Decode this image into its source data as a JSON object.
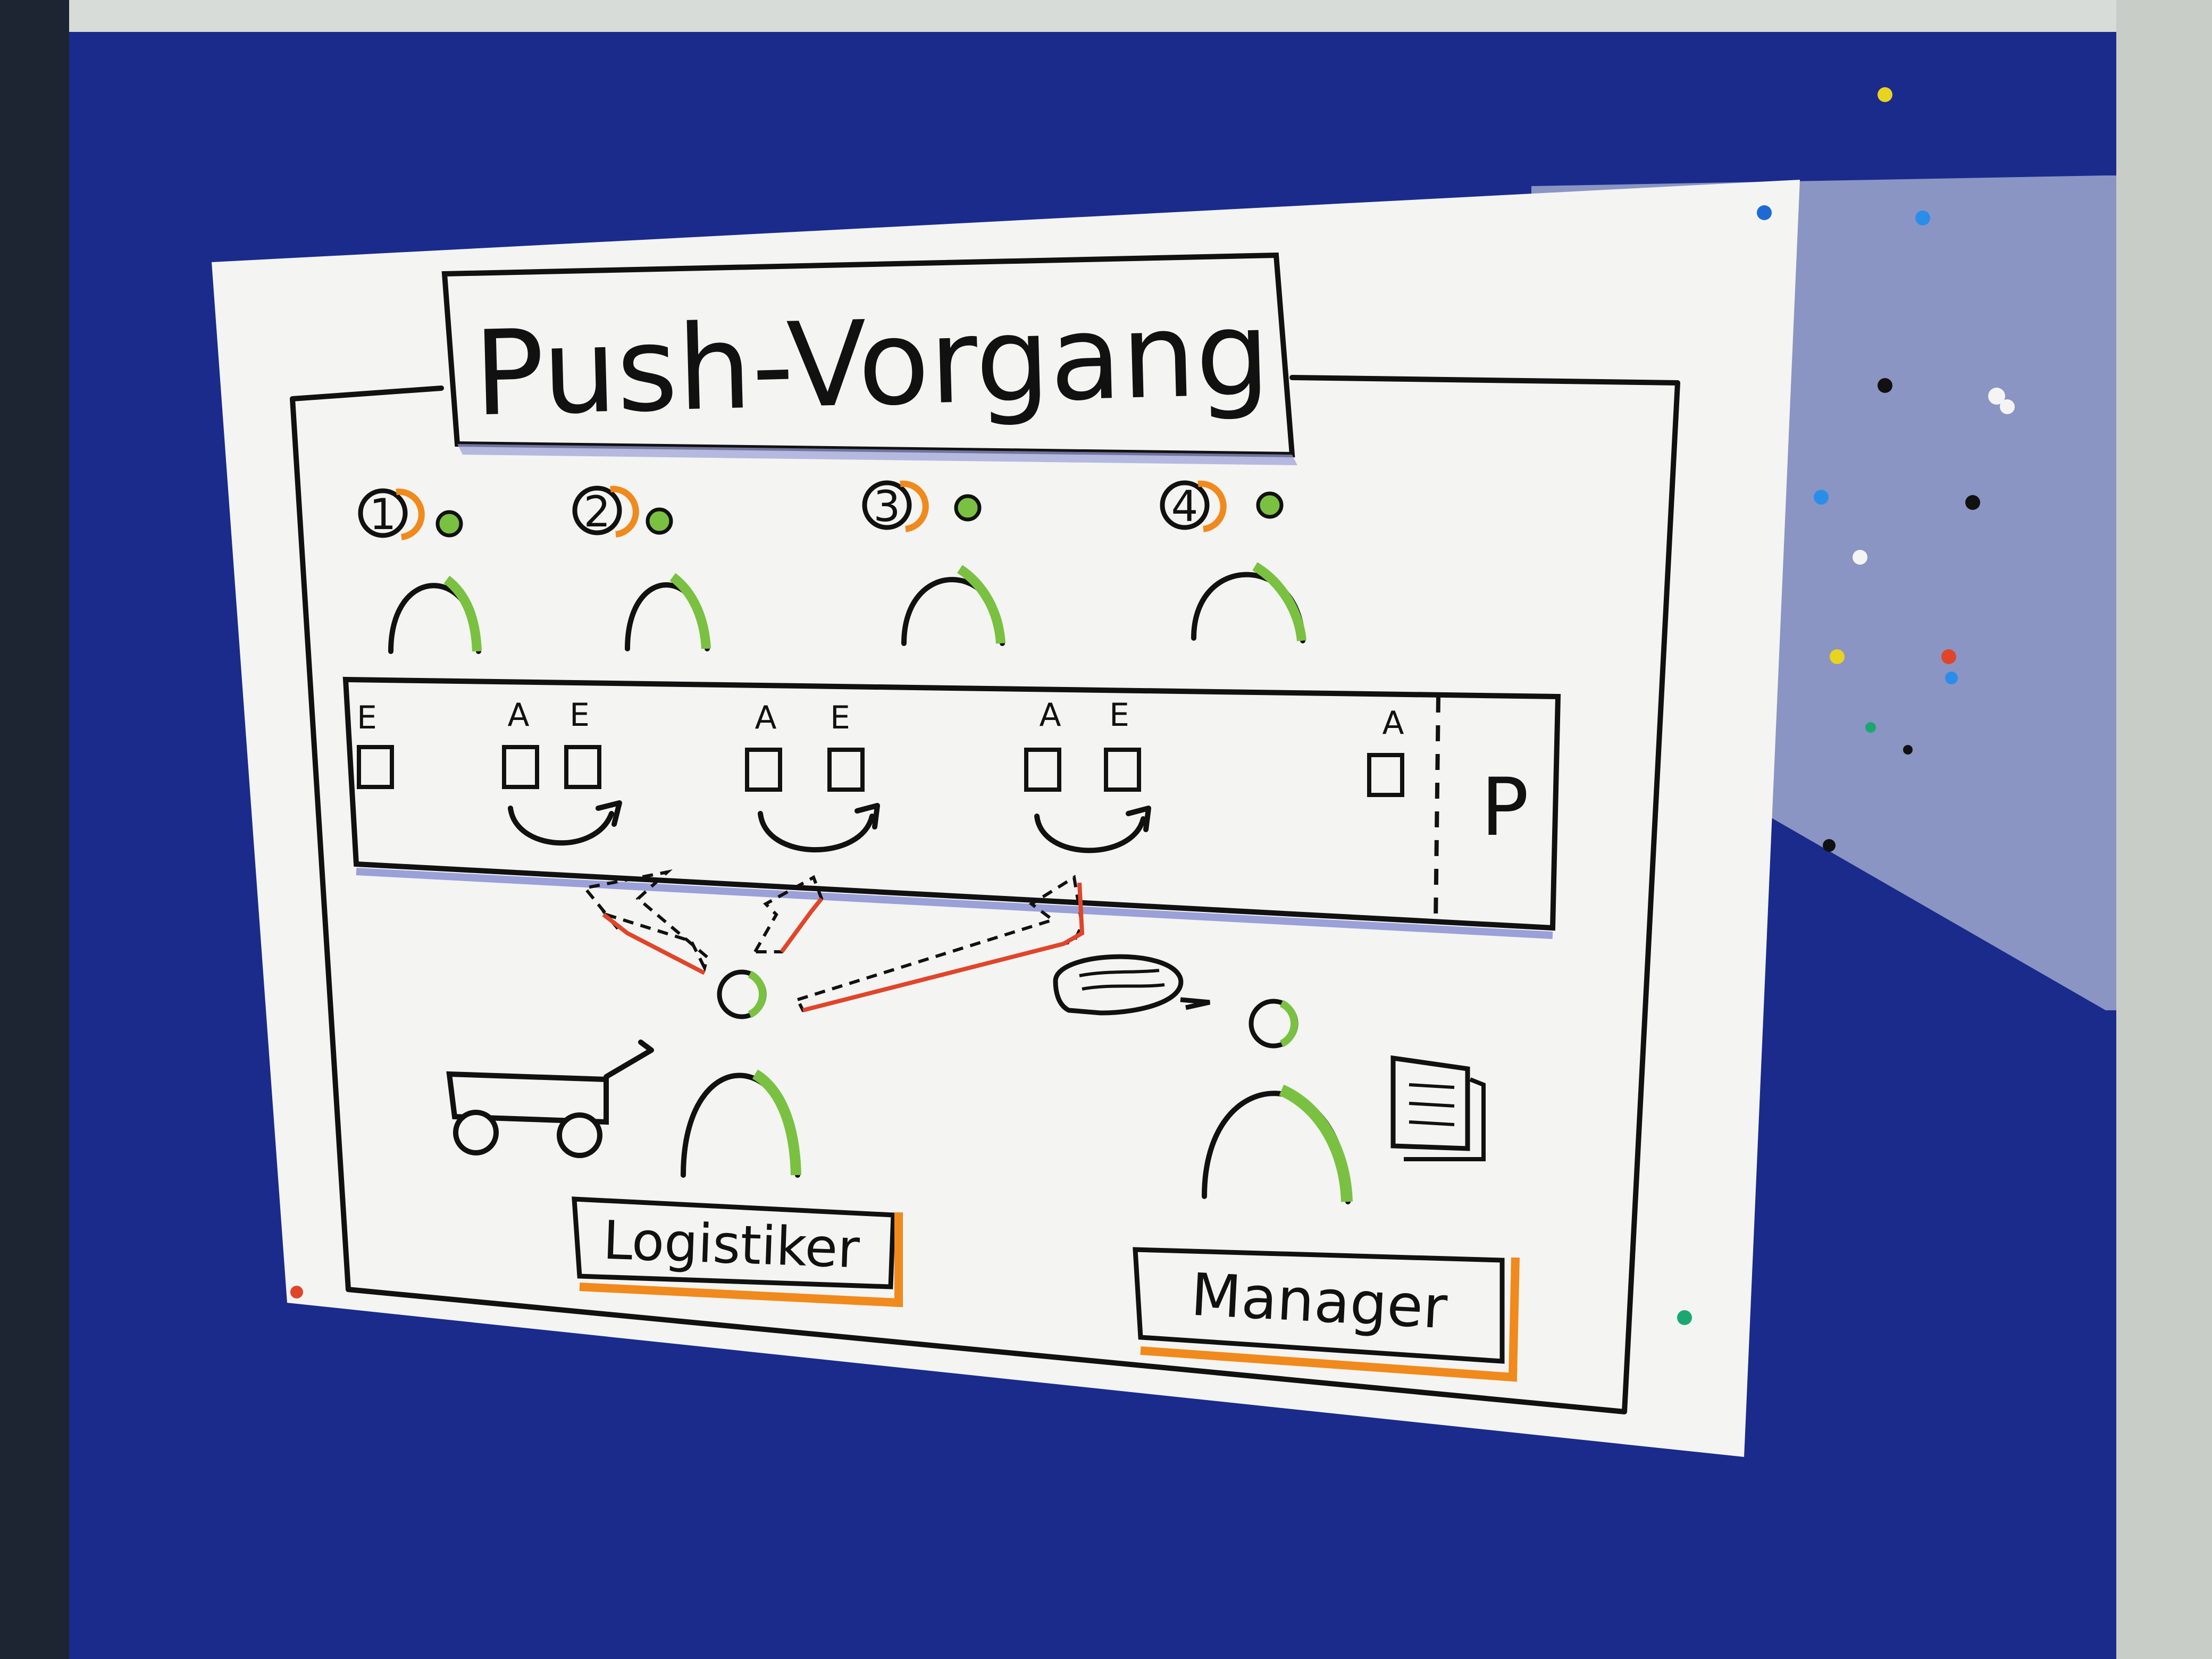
{
  "poster": {
    "title": "Push-Vorgang",
    "stations": [
      {
        "number": "1"
      },
      {
        "number": "2"
      },
      {
        "number": "3"
      },
      {
        "number": "4"
      }
    ],
    "process_labels": {
      "first": "E",
      "a": "A",
      "e": "E",
      "last": "A",
      "end_marker": "P"
    },
    "roles": {
      "logistics": "Logistiker",
      "manager": "Manager"
    }
  },
  "colors": {
    "board": "#1a2b8c",
    "paper": "#f4f4f2",
    "ink": "#111111",
    "accent_orange": "#f08a1c",
    "accent_green": "#7ac142",
    "accent_red": "#e0452a",
    "shadow_blue": "#8f98e6"
  }
}
